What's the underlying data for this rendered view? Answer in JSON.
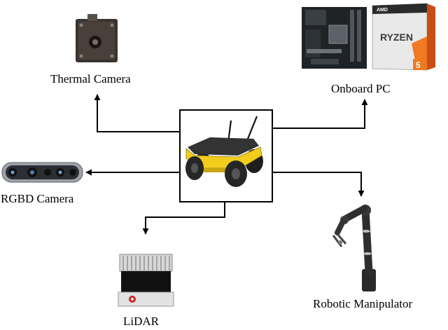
{
  "robot": {
    "label": ""
  },
  "components": [
    {
      "id": "thermal",
      "label": "Thermal Camera",
      "icon": "thermal-camera-icon"
    },
    {
      "id": "pc",
      "label": "Onboard PC",
      "icon": "motherboard-cpu-icon",
      "cpu_box_text": "RYZEN",
      "cpu_box_number": "5",
      "cpu_box_brand": "AMD"
    },
    {
      "id": "rgbd",
      "label": "RGBD Camera",
      "icon": "rgbd-camera-icon"
    },
    {
      "id": "lidar",
      "label": "LiDAR",
      "icon": "lidar-sensor-icon"
    },
    {
      "id": "manip",
      "label": "Robotic Manipulator",
      "icon": "robot-arm-icon"
    }
  ],
  "colors": {
    "line": "#000000",
    "robot_body": "#f2cd1c",
    "robot_dark": "#2a2a2a",
    "amd_orange": "#ef7a22"
  }
}
